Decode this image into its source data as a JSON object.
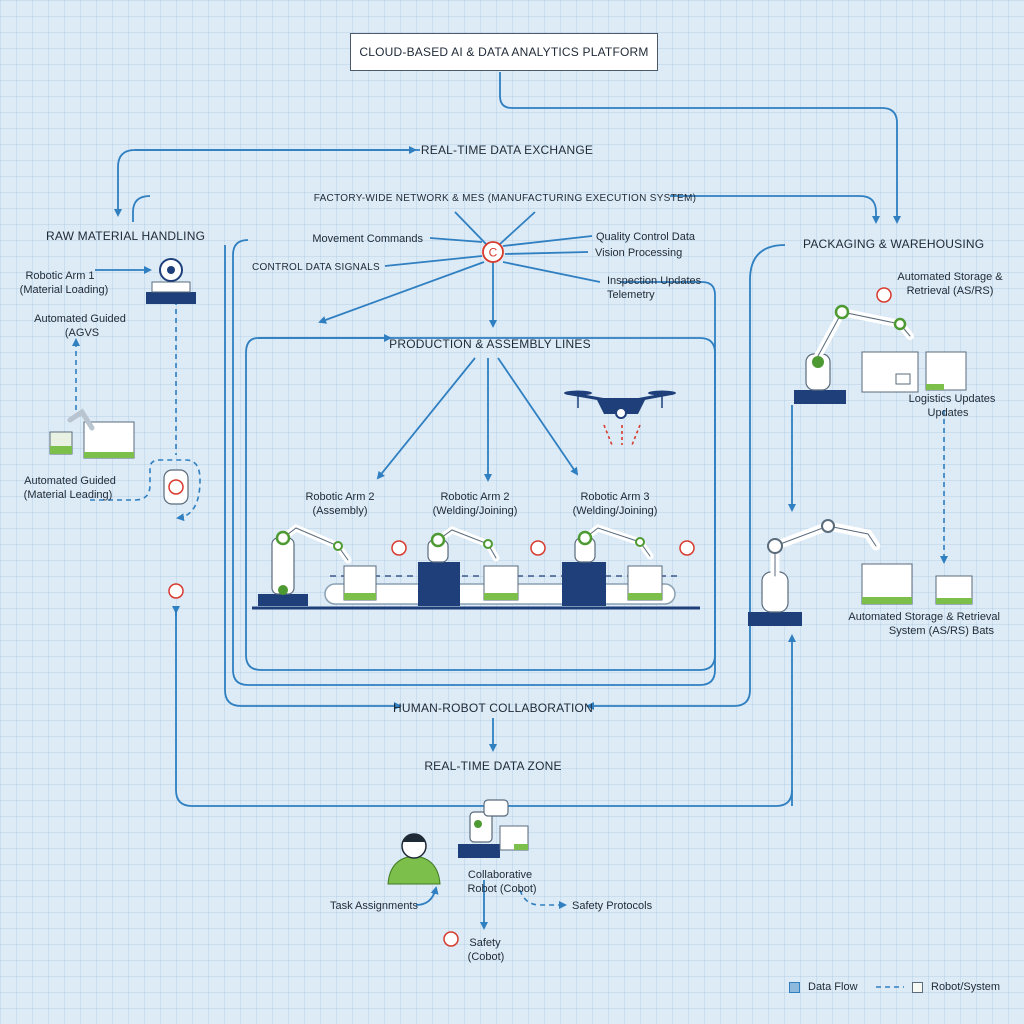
{
  "title": "CLOUD-BASED AI & DATA ANALYTICS PLATFORM",
  "top": {
    "realtime": "REAL-TIME DATA EXCHANGE",
    "network": "FACTORY-WIDE NETWORK & MES (MANUFACTURING EXECUTION SYSTEM)",
    "movement": "Movement Commands",
    "control": "CONTROL DATA SIGNALS",
    "quality": "Quality Control Data",
    "vision": "Vision Processing",
    "inspection": "Inspection Updates",
    "telemetry": "Telemetry"
  },
  "raw": {
    "title": "RAW MATERIAL HANDLING",
    "arm1_line1": "Robotic Arm 1",
    "arm1_line2": "(Material Loading)",
    "agv_line1": "Automated Guided",
    "agv_line2": "(AGVS",
    "agv2_line1": "Automated Guided",
    "agv2_line2": "(Material Leading)"
  },
  "production": {
    "title": "PRODUCTION & ASSEMBLY LINES",
    "arm2a_line1": "Robotic Arm 2",
    "arm2a_line2": "(Assembly)",
    "arm2b_line1": "Robotic Arm 2",
    "arm2b_line2": "(Welding/Joining)",
    "arm3_line1": "Robotic Arm 3",
    "arm3_line2": "(Welding/Joining)"
  },
  "packaging": {
    "title": "PACKAGING & WAREHOUSING",
    "asrs_line1": "Automated Storage &",
    "asrs_line2": "Retrieval (AS/RS)",
    "logistics_line1": "Logistics Updates",
    "logistics_line2": "Updates",
    "asrs2_line1": "Automated Storage & Retrieval",
    "asrs2_line2": "System (AS/RS) Bats"
  },
  "bottom": {
    "hrc": "HUMAN-ROBOT COLLABORATION",
    "datazone": "REAL-TIME DATA ZONE",
    "task": "Task Assignments",
    "cobot_line1": "Collaborative",
    "cobot_line2": "Robot (Cobot)",
    "protocols": "Safety Protocols",
    "safety_line1": "Safety",
    "safety_line2": "(Cobot)"
  },
  "legend": {
    "data_flow": "Data Flow",
    "robot_system": "Robot/System"
  },
  "colors": {
    "flow": "#2f7fc1",
    "navy": "#1e3f7a",
    "green": "#7cbf4a",
    "alert": "#d83a2e",
    "background": "#dcebf6"
  }
}
